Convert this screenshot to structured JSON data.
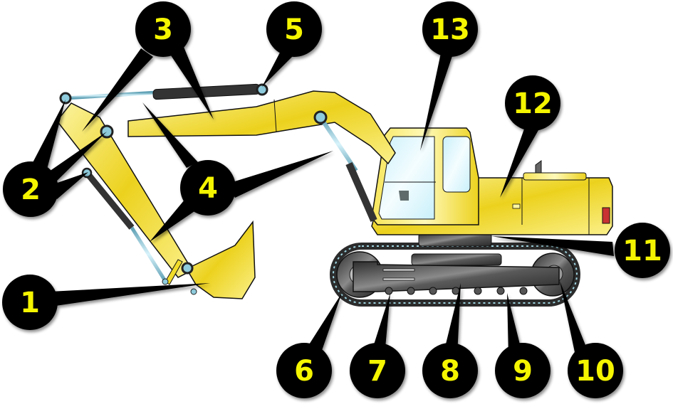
{
  "diagram": {
    "subject": "Hydraulic excavator",
    "colors": {
      "background": "#ffffff",
      "machine_yellow": "#f2dc2a",
      "machine_yellow_light": "#fbf3a0",
      "machine_outline": "#1a1a1a",
      "callout_fill": "#000000",
      "callout_text": "#f5f500",
      "glass": "#d8f4fb",
      "cylinder_rod": "#8ecbdc",
      "track_dark": "#3a3a3a",
      "track_mid": "#6e6e6e"
    },
    "callouts": [
      {
        "number": "1",
        "part": "bucket"
      },
      {
        "number": "2",
        "part": "arm pivot pins"
      },
      {
        "number": "3",
        "part": "arm and boom"
      },
      {
        "number": "4",
        "part": "hydraulic cylinders"
      },
      {
        "number": "5",
        "part": "arm cylinder pin"
      },
      {
        "number": "6",
        "part": "idler wheel"
      },
      {
        "number": "7",
        "part": "track roller"
      },
      {
        "number": "8",
        "part": "track frame"
      },
      {
        "number": "9",
        "part": "track shoe"
      },
      {
        "number": "10",
        "part": "drive sprocket"
      },
      {
        "number": "11",
        "part": "swing bearing"
      },
      {
        "number": "12",
        "part": "engine compartment"
      },
      {
        "number": "13",
        "part": "operator cab"
      }
    ]
  }
}
